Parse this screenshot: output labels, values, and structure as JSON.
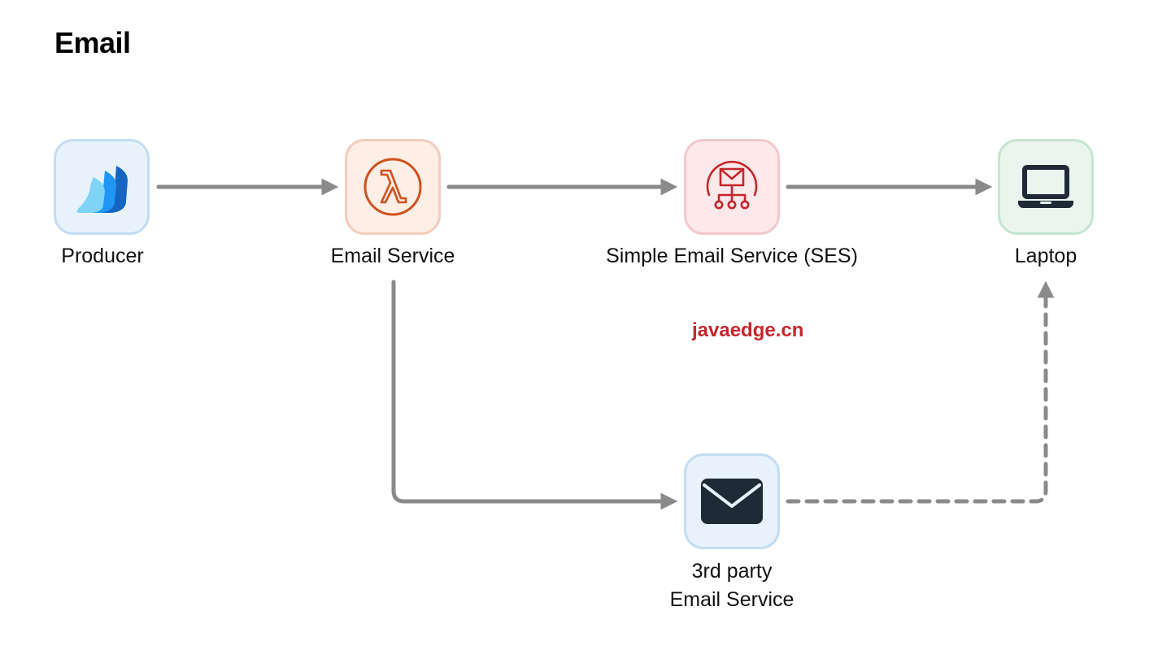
{
  "diagram": {
    "title": "Email",
    "nodes": {
      "producer": {
        "label": "Producer",
        "icon": "producer-logo-icon",
        "bg": "#e8f2fc",
        "border": "#c3dcf2"
      },
      "email_service": {
        "label": "Email Service",
        "icon": "aws-lambda-icon",
        "bg": "#fdeee6",
        "border": "#f2cdbb"
      },
      "ses": {
        "label": "Simple Email Service (SES)",
        "icon": "aws-ses-icon",
        "bg": "#fde9ea",
        "border": "#f2c8cc"
      },
      "laptop": {
        "label": "Laptop",
        "icon": "laptop-icon",
        "bg": "#eaf5ef",
        "border": "#c5e4d2"
      },
      "third_party": {
        "label_line1": "3rd party",
        "label_line2": "Email Service",
        "icon": "envelope-icon",
        "bg": "#e8f2fc",
        "border": "#c3dcf2"
      }
    },
    "edges": [
      {
        "from": "Producer",
        "to": "Email Service",
        "style": "solid"
      },
      {
        "from": "Email Service",
        "to": "Simple Email Service (SES)",
        "style": "solid"
      },
      {
        "from": "Simple Email Service (SES)",
        "to": "Laptop",
        "style": "solid"
      },
      {
        "from": "Email Service",
        "to": "3rd party Email Service",
        "style": "solid"
      },
      {
        "from": "3rd party Email Service",
        "to": "Laptop",
        "style": "dashed"
      }
    ],
    "watermark": "javaedge.cn"
  },
  "colors": {
    "edge": "#8a8a8a",
    "lambda_orange": "#d0521f",
    "ses_red": "#c7262c",
    "dark_icon": "#1f2a37",
    "watermark": "#c7262c"
  }
}
